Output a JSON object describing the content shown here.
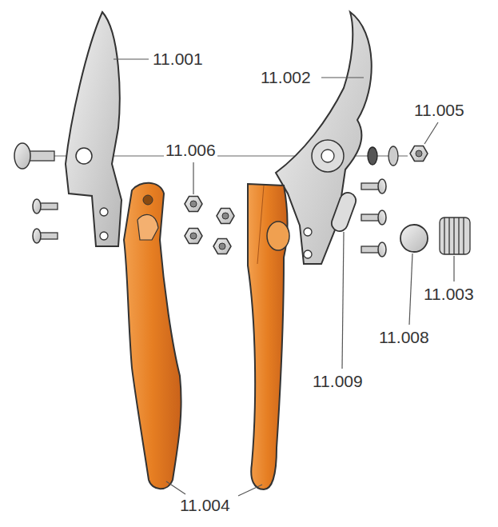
{
  "diagram": {
    "labels": [
      "11.001",
      "11.002",
      "11.005",
      "11.006",
      "11.003",
      "11.008",
      "11.009",
      "11.004"
    ]
  }
}
